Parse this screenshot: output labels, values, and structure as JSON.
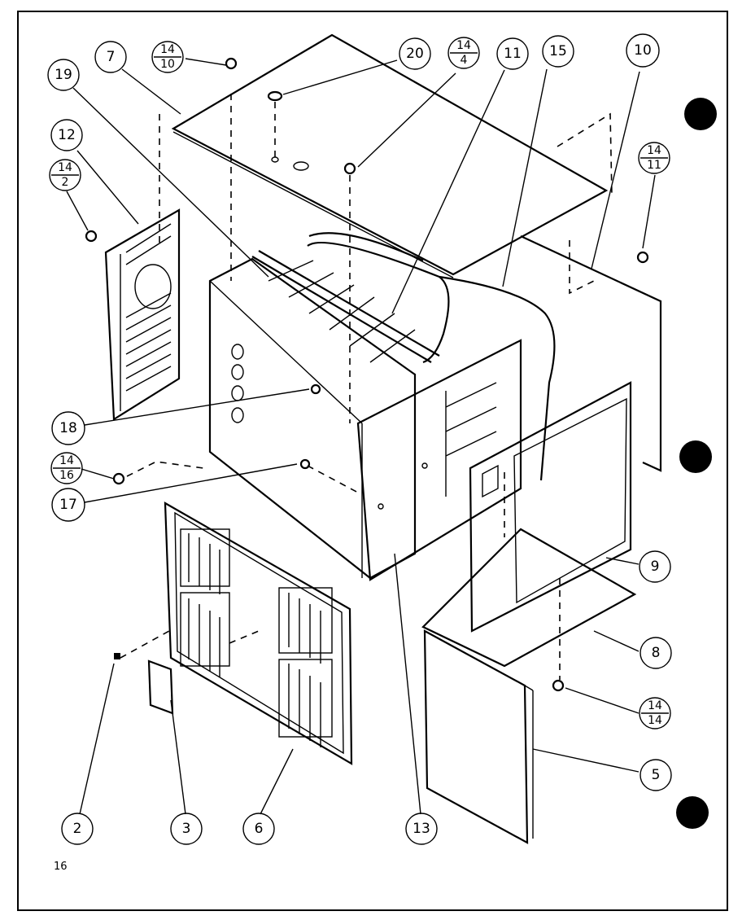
{
  "callouts": {
    "c7": "7",
    "c19": "19",
    "c12": "12",
    "c20": "20",
    "c11": "11",
    "c15": "15",
    "c10": "10",
    "c18": "18",
    "c17": "17",
    "c9": "9",
    "c8": "8",
    "c5": "5",
    "c2": "2",
    "c3": "3",
    "c6": "6",
    "c13": "13"
  },
  "fractions": {
    "f14_10": {
      "top": "14",
      "bottom": "10"
    },
    "f14_4": {
      "top": "14",
      "bottom": "4"
    },
    "f14_2": {
      "top": "14",
      "bottom": "2"
    },
    "f14_11": {
      "top": "14",
      "bottom": "11"
    },
    "f14_16": {
      "top": "14",
      "bottom": "16"
    },
    "f14_14": {
      "top": "14",
      "bottom": "14"
    }
  },
  "page_number": "16",
  "colors": {
    "ink": "#000000",
    "paper": "#ffffff"
  }
}
